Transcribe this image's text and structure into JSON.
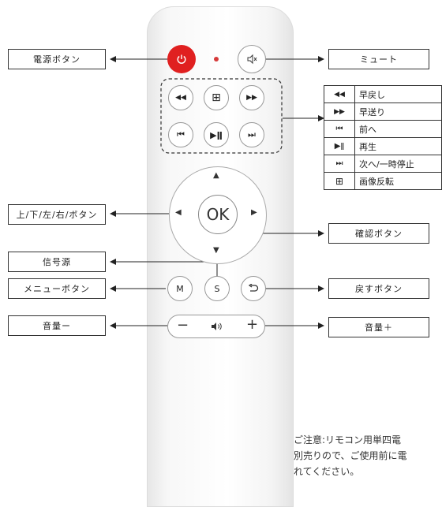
{
  "labels": {
    "power": "電源ボタン",
    "mute": "ミュート",
    "dpad": "上/下/左/右/ボタン",
    "ok_confirm": "確認ボタン",
    "source": "信号源",
    "menu": "メニューボタン",
    "back": "戻すボタン",
    "vol_down": "音量ー",
    "vol_up": "音量＋"
  },
  "legend": [
    {
      "icon": "◀◀",
      "text": "早戻し"
    },
    {
      "icon": "▶▶",
      "text": "早送り"
    },
    {
      "icon": "⏮",
      "text": "前へ"
    },
    {
      "icon": "▶ǁ",
      "text": "再生"
    },
    {
      "icon": "⏭",
      "text": "次へ/一時停止"
    },
    {
      "icon": "⊞",
      "text": "画像反転"
    }
  ],
  "buttons": {
    "ok": "OK",
    "menu": "M",
    "source": "S",
    "vol_minus": "−",
    "vol_plus": "+"
  },
  "note": {
    "line1": "ご注意:リモコン用単四電",
    "line2": "別売りので、ご使用前に電",
    "line3": "れてください。"
  },
  "colors": {
    "power_button": "#e02020",
    "led": "#d63a3a"
  }
}
